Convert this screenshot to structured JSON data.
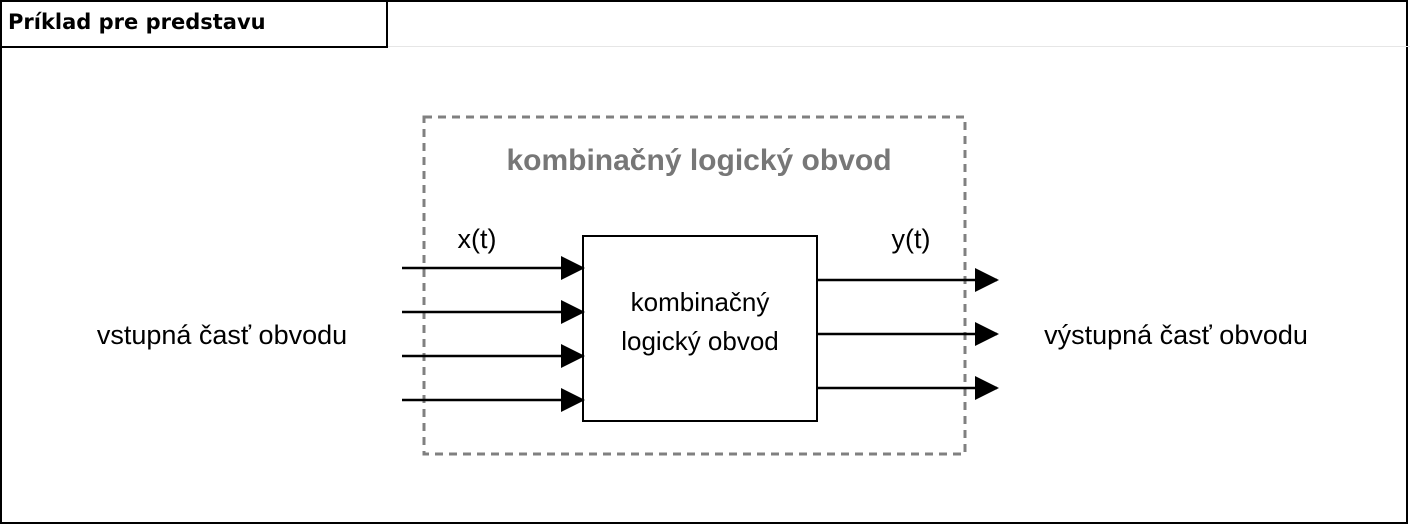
{
  "header": {
    "title": "Príklad pre predstavu"
  },
  "diagram": {
    "outer_label": "kombinačný logický obvod",
    "block_label_line1": "kombinačný",
    "block_label_line2": "logický obvod",
    "input_label": "x(t)",
    "output_label": "y(t)",
    "input_side_label": "vstupná časť obvodu",
    "output_side_label": "výstupná časť obvodu",
    "input_count": 4,
    "output_count": 3,
    "colors": {
      "outer_label": "#777777",
      "dashed_border": "#808080",
      "lines": "#000000"
    }
  }
}
